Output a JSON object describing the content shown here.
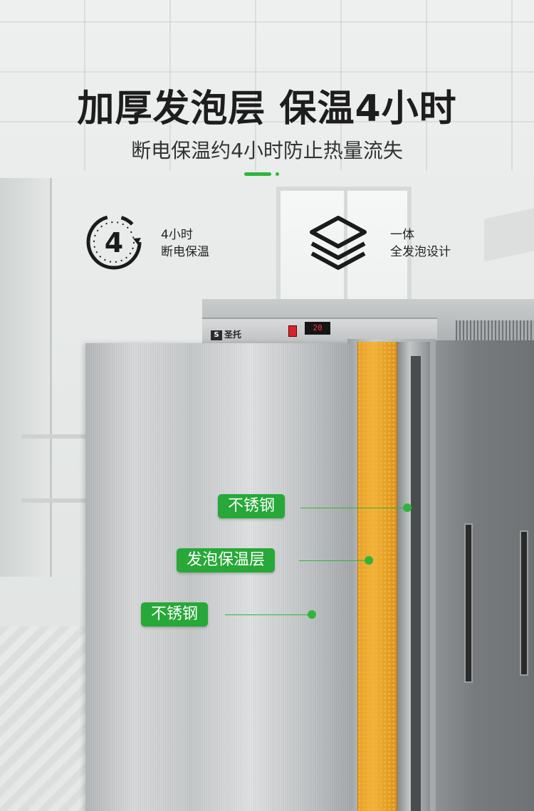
{
  "header": {
    "title": "加厚发泡层 保温4小时",
    "subtitle": "断电保温约4小时防止热量流失"
  },
  "features": [
    {
      "icon": "clock-4-hours-icon",
      "line1": "4小时",
      "line2": "断电保温",
      "clock_number": "4"
    },
    {
      "icon": "stacked-layers-icon",
      "line1": "一体",
      "line2": "全发泡设计"
    }
  ],
  "machine": {
    "brand": "圣托",
    "brand_logo": "S",
    "display_value": "20"
  },
  "callouts": [
    {
      "label": "不锈钢"
    },
    {
      "label": "发泡保温层"
    },
    {
      "label": "不锈钢"
    }
  ],
  "colors": {
    "accent": "#27a838",
    "foam": "#f2b23a",
    "switch": "#d8232a",
    "display_text": "#ff3b3b"
  }
}
